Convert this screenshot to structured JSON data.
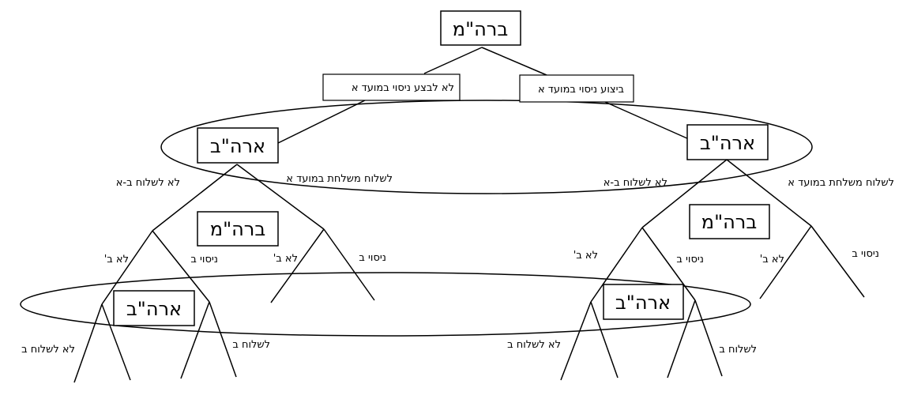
{
  "colors": {
    "stroke": "#000000",
    "background": "#ffffff"
  },
  "nodes": {
    "root": "ברה\"מ",
    "us_left": "ארה\"ב",
    "us_right": "ארה\"ב",
    "ussr_left": "ברה\"מ",
    "ussr_right": "ברה\"מ",
    "us_bottom_left": "ארה\"ב",
    "us_bottom_right": "ארה\"ב"
  },
  "root_actions": {
    "no_test": "לא לבצע ניסוי במועד א",
    "test": "ביצוע ניסוי במועד א"
  },
  "edge_labels": {
    "no_send_a_left": "לא לשלוח ב-א",
    "send_a_left": "לשלוח משלחת במועד א",
    "no_send_a_right": "לא לשלוח ב-א",
    "send_a_right": "לשלוח משלחת במועד א",
    "not_b_1": "לא ב'",
    "test_b_1": "ניסוי ב",
    "not_b_2": "לא ב'",
    "test_b_2": "ניסוי ב",
    "not_b_3": "לא ב'",
    "test_b_3": "ניסוי ב",
    "not_b_4": "לא ב'",
    "test_b_4": "ניסוי ב",
    "no_send_b_left": "לא לשלוח ב",
    "send_b_left": "לשלוח ב",
    "no_send_b_right": "לא לשלוח ב",
    "send_b_right": "לשלוח ב"
  }
}
